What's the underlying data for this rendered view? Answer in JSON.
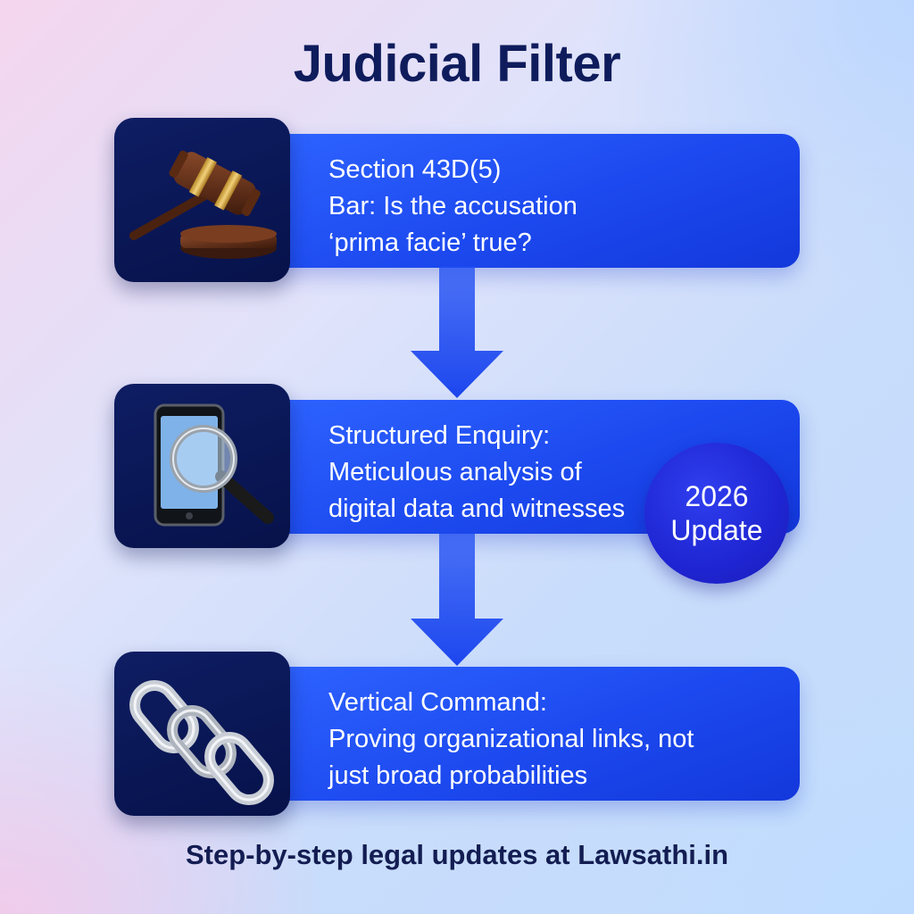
{
  "title": "Judicial Filter",
  "steps": [
    {
      "icon": "gavel-icon",
      "lines": [
        "Section 43D(5)",
        "Bar: Is the accusation",
        "‘prima facie’ true?"
      ]
    },
    {
      "icon": "phone-magnifier-icon",
      "lines": [
        "Structured Enquiry:",
        "Meticulous analysis of",
        "digital data and witnesses"
      ]
    },
    {
      "icon": "chain-link-icon",
      "lines": [
        "Vertical Command:",
        "Proving organizational links, not",
        "just broad probabilities"
      ]
    }
  ],
  "badge": {
    "line1": "2026",
    "line2": "Update"
  },
  "footer": "Step-by-step legal updates at Lawsathi.in",
  "colors": {
    "accent": "#1f4bf2",
    "tile": "#0b175a",
    "title": "#0f1c5c"
  }
}
